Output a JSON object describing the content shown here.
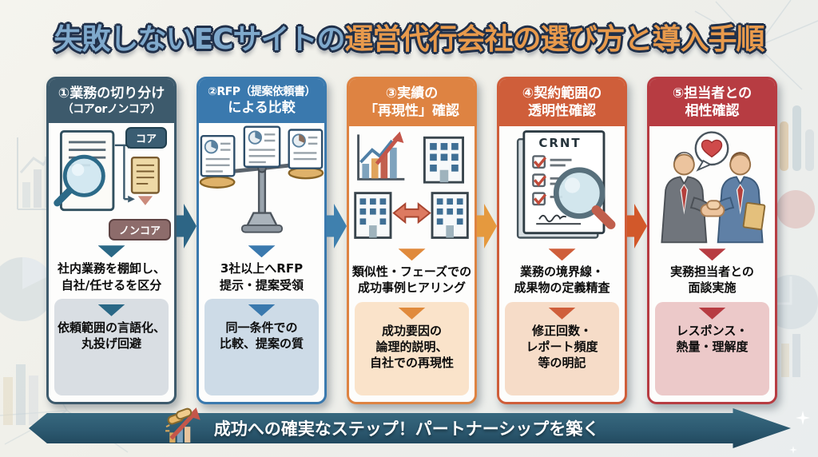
{
  "title": {
    "part1": "失敗しないECサイトの",
    "part2": "運営代行会社の選び方と導入手順",
    "color1": "#7fa9cc",
    "color2": "#e89a4c"
  },
  "steps": [
    {
      "header_line1": "①業務の切り分け",
      "header_line2": "（コアorノンコア）",
      "mid": "社内業務を棚卸し、\n自社/任せるを区分",
      "bottom": "依頼範囲の言語化、\n丸投げ回避",
      "badge_core": "コア",
      "badge_noncore": "ノンコア",
      "colors": {
        "header": "#3d5a6c",
        "tri": "#2a6886",
        "light": "#d9dee3"
      }
    },
    {
      "header_line1": "②RFP（提案依頼書）",
      "header_line2": "による比較",
      "mid": "3社以上へRFP\n提示・提案受領",
      "bottom": "同一条件での\n比較、提案の質",
      "colors": {
        "header": "#3a79ae",
        "tri": "#3a79ae",
        "light": "#cddbe7"
      }
    },
    {
      "header_line1": "③実績の",
      "header_line2": "「再現性」確認",
      "mid": "類似性・フェーズでの\n成功事例ヒアリング",
      "bottom": "成功要因の\n論理的説明、\n自社での再現性",
      "colors": {
        "header": "#de8342",
        "tri": "#e08a3c",
        "light": "#fae3ca"
      }
    },
    {
      "header_line1": "④契約範囲の",
      "header_line2": "透明性確認",
      "mid": "業務の境界線・\n成果物の定義精査",
      "bottom": "修正回数・\nレポート頻度\n等の明記",
      "doc_label": "CRNT",
      "colors": {
        "header": "#cf5e3a",
        "tri": "#cf5e3a",
        "light": "#f6dcc8"
      }
    },
    {
      "header_line1": "⑤担当者との",
      "header_line2": "相性確認",
      "mid": "実務担当者との\n面談実施",
      "bottom": "レスポンス・\n熱量・理解度",
      "colors": {
        "header": "#b73c42",
        "tri": "#b73c42",
        "light": "#ecc9c9"
      }
    }
  ],
  "arrows": [
    {
      "color": "#2d6585"
    },
    {
      "color": "#3f80ae"
    },
    {
      "color": "#e5993e"
    },
    {
      "color": "#d2582a"
    }
  ],
  "banner": {
    "text": "成功への確実なステップ！パートナーシップを築く",
    "color": "#2c5970"
  }
}
